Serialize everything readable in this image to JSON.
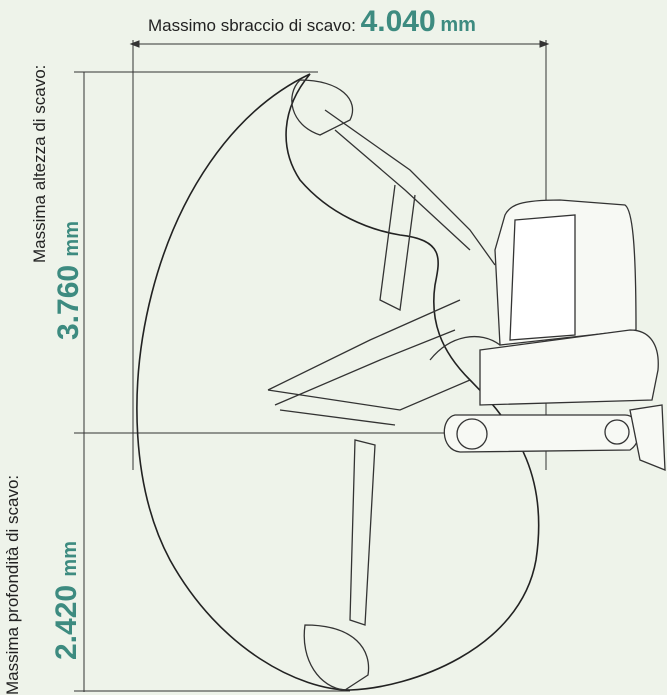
{
  "reach": {
    "caption": "Massimo sbraccio di scavo:",
    "value": "4.040",
    "unit": "mm"
  },
  "height": {
    "caption": "Massima altezza di scavo:",
    "value": "3.760",
    "unit": "mm"
  },
  "depth": {
    "caption": "Massima profondità di scavo:",
    "value": "2.420",
    "unit": "mm"
  },
  "colors": {
    "background": "#eef3ea",
    "accent": "#3d8b80",
    "line": "#222222"
  }
}
